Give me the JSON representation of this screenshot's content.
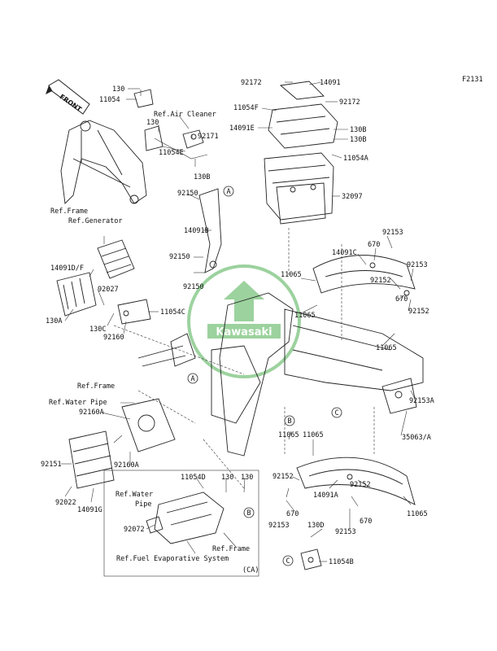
{
  "figure_code": "F2131",
  "front_label": "FRONT",
  "watermark_brand": "Kawasaki",
  "callouts": {
    "A": "A",
    "B": "B",
    "C": "C"
  },
  "box_caption": "(CA)",
  "refs": {
    "air_cleaner": "Ref.Air Cleaner",
    "frame_top": "Ref.Frame",
    "generator": "Ref.Generator",
    "frame_mid": "Ref.Frame",
    "water_pipe_a": "Ref.Water Pipe",
    "water_pipe_b1": "Ref.Water",
    "water_pipe_b2": "Pipe",
    "frame_box": "Ref.Frame",
    "fuel_evap": "Ref.Fuel Evaporative System"
  },
  "parts": {
    "p130_a": "130",
    "p11054": "11054",
    "p130_b": "130",
    "p92171": "92171",
    "p11054e": "11054E",
    "p130b_a": "130B",
    "p92150_a": "92150",
    "p14091b": "14091B",
    "p92150_b": "92150",
    "p92150_c": "92150",
    "p92172_a": "92172",
    "p14091": "14091",
    "p11054f": "11054F",
    "p92172_b": "92172",
    "p14091e": "14091E",
    "p130b_b": "130B",
    "p130b_c": "130B",
    "p11054a": "11054A",
    "p32097": "32097",
    "p14091df": "14091D/F",
    "p92027": "92027",
    "p130a": "130A",
    "p130c": "130C",
    "p92160": "92160",
    "p11054c": "11054C",
    "p92153_a": "92153",
    "p14091c": "14091C",
    "p670_a": "670",
    "p92153_b": "92153",
    "p11065_a": "11065",
    "p92152_a": "92152",
    "p670_b": "670",
    "p11065_b": "11065",
    "p92152_b": "92152",
    "p11065_c": "11065",
    "p92153a": "92153A",
    "p35063a": "35063/A",
    "p92160a": "92160A",
    "p92151": "92151",
    "p92160a_b": "92160A",
    "p92022": "92022",
    "p14091g": "14091G",
    "p11065_d": "11065",
    "p11065_e": "11065",
    "p92152_c": "92152",
    "p14091a": "14091A",
    "p92152_d": "92152",
    "p670_c": "670",
    "p92153_c": "92153",
    "p670_d": "670",
    "p130d": "130D",
    "p92153_d": "92153",
    "p11065_f": "11065",
    "p11054d": "11054D",
    "p130_c": "130",
    "p130_d": "130",
    "p92072": "92072",
    "p11054b": "11054B"
  },
  "colors": {
    "line": "#222222",
    "watermark_ring": "#4caf50",
    "background": "#ffffff"
  }
}
